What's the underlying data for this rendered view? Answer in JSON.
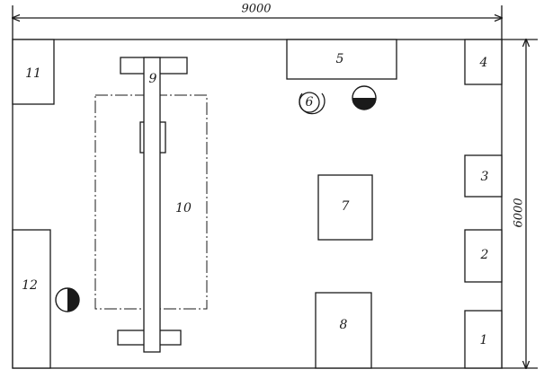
{
  "dimensions": {
    "width_label": "9000",
    "height_label": "6000"
  },
  "equipment": {
    "item_1": "1",
    "item_2": "2",
    "item_3": "3",
    "item_4": "4",
    "item_5": "5",
    "item_6": "6",
    "item_7": "7",
    "item_8": "8",
    "item_9": "9",
    "item_10": "10",
    "item_11": "11",
    "item_12": "12"
  }
}
